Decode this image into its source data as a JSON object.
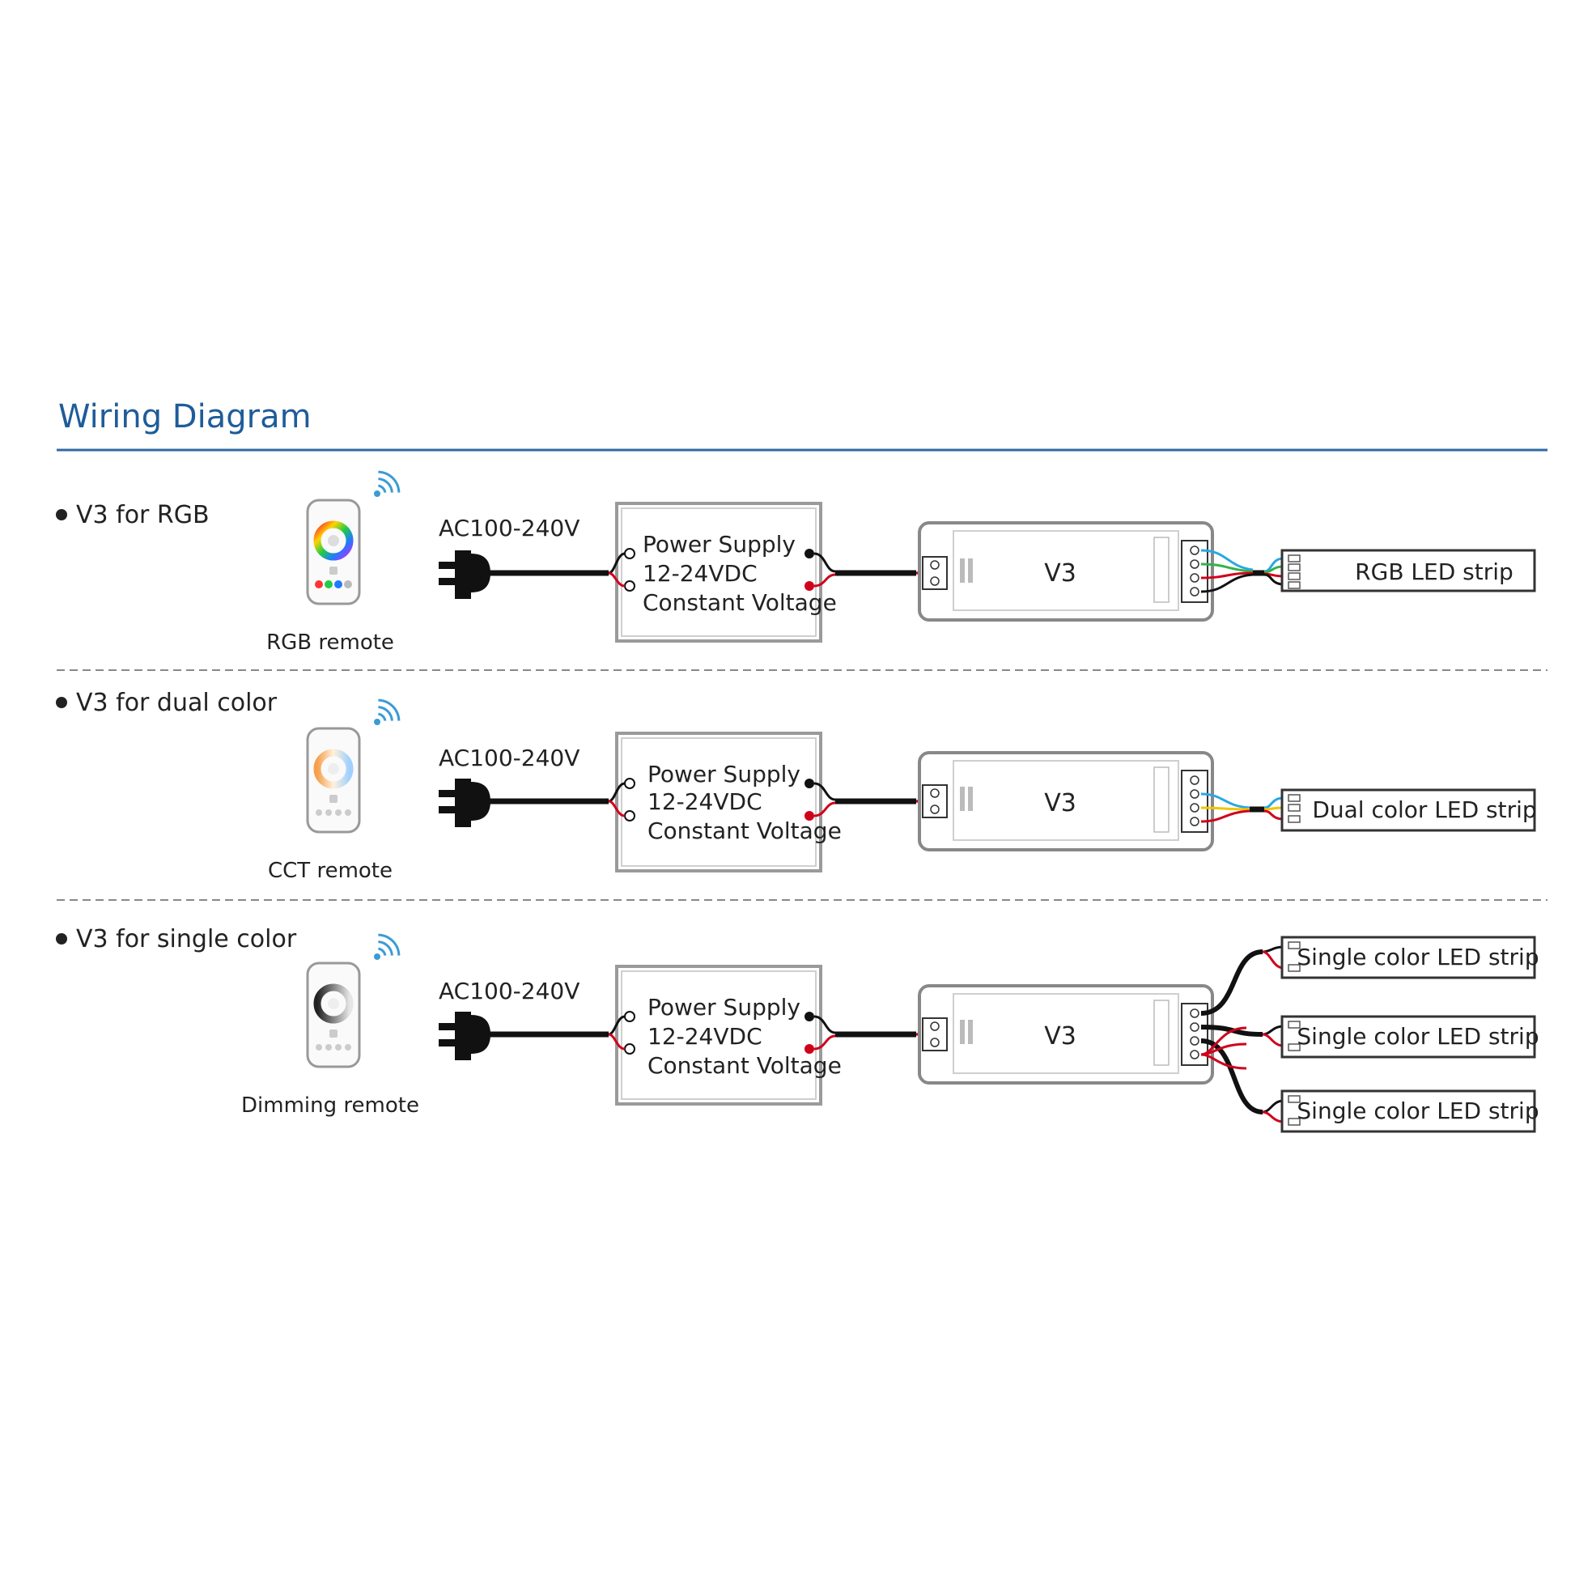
{
  "title": "Wiring Diagram",
  "colors": {
    "title": "#1f5c99",
    "rule": "#2e6aa3",
    "wifi": "#3a9bd5",
    "wire_black": "#111111",
    "wire_red": "#d0021b",
    "box_border": "#9a9a9a"
  },
  "rows": [
    {
      "bullet_label": "V3 for RGB",
      "remote_label": "RGB remote",
      "ac_label": "AC100-240V",
      "ps_lines": [
        "Power Supply",
        "12-24VDC",
        "Constant Voltage"
      ],
      "controller_label": "V3",
      "strip_labels": [
        "RGB LED strip"
      ]
    },
    {
      "bullet_label": "V3 for dual color",
      "remote_label": "CCT remote",
      "ac_label": "AC100-240V",
      "ps_lines": [
        "Power Supply",
        "12-24VDC",
        "Constant Voltage"
      ],
      "controller_label": "V3",
      "strip_labels": [
        "Dual color LED strip"
      ]
    },
    {
      "bullet_label": "V3 for single color",
      "remote_label": "Dimming remote",
      "ac_label": "AC100-240V",
      "ps_lines": [
        "Power Supply",
        "12-24VDC",
        "Constant Voltage"
      ],
      "controller_label": "V3",
      "strip_labels": [
        "Single color LED strip",
        "Single color LED strip",
        "Single color LED strip"
      ]
    }
  ]
}
